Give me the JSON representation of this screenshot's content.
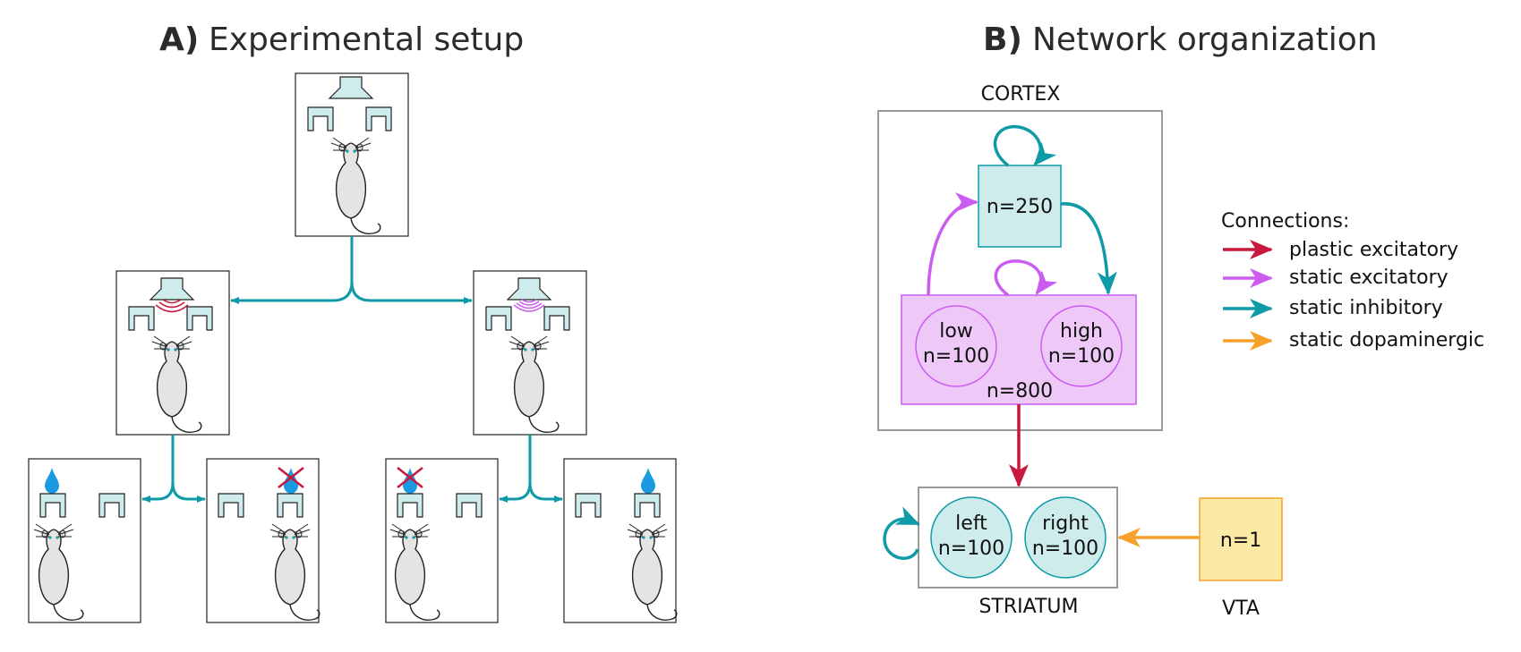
{
  "panel_a": {
    "letter": "A)",
    "title": "Experimental setup"
  },
  "panel_b": {
    "letter": "B)",
    "title": "Network organization",
    "cortex_label": "CORTEX",
    "striatum_label": "STRIATUM",
    "vta_label": "VTA",
    "nodes": {
      "n250": "n=250",
      "low_name": "low",
      "low_n": "n=100",
      "high_name": "high",
      "high_n": "n=100",
      "n800": "n=800",
      "left_name": "left",
      "left_n": "n=100",
      "right_name": "right",
      "right_n": "n=100",
      "vta_n": "n=1"
    },
    "legend": {
      "title": "Connections:",
      "items": [
        {
          "label": "plastic excitatory",
          "color": "#c8193c"
        },
        {
          "label": "static excitatory",
          "color": "#cc5cf0"
        },
        {
          "label": "static inhibitory",
          "color": "#0f9aa8"
        },
        {
          "label": "static dopaminergic",
          "color": "#f7a128"
        }
      ]
    }
  },
  "colors": {
    "teal": "#0f9aa8",
    "teal_fill": "#cdeceb",
    "purple": "#cc5cf0",
    "purple_fill": "#eec8f7",
    "red": "#c8193c",
    "orange": "#f7a128",
    "orange_fill": "#fbeaa6",
    "water": "#1a9ae0",
    "gray_box": "#999999"
  }
}
